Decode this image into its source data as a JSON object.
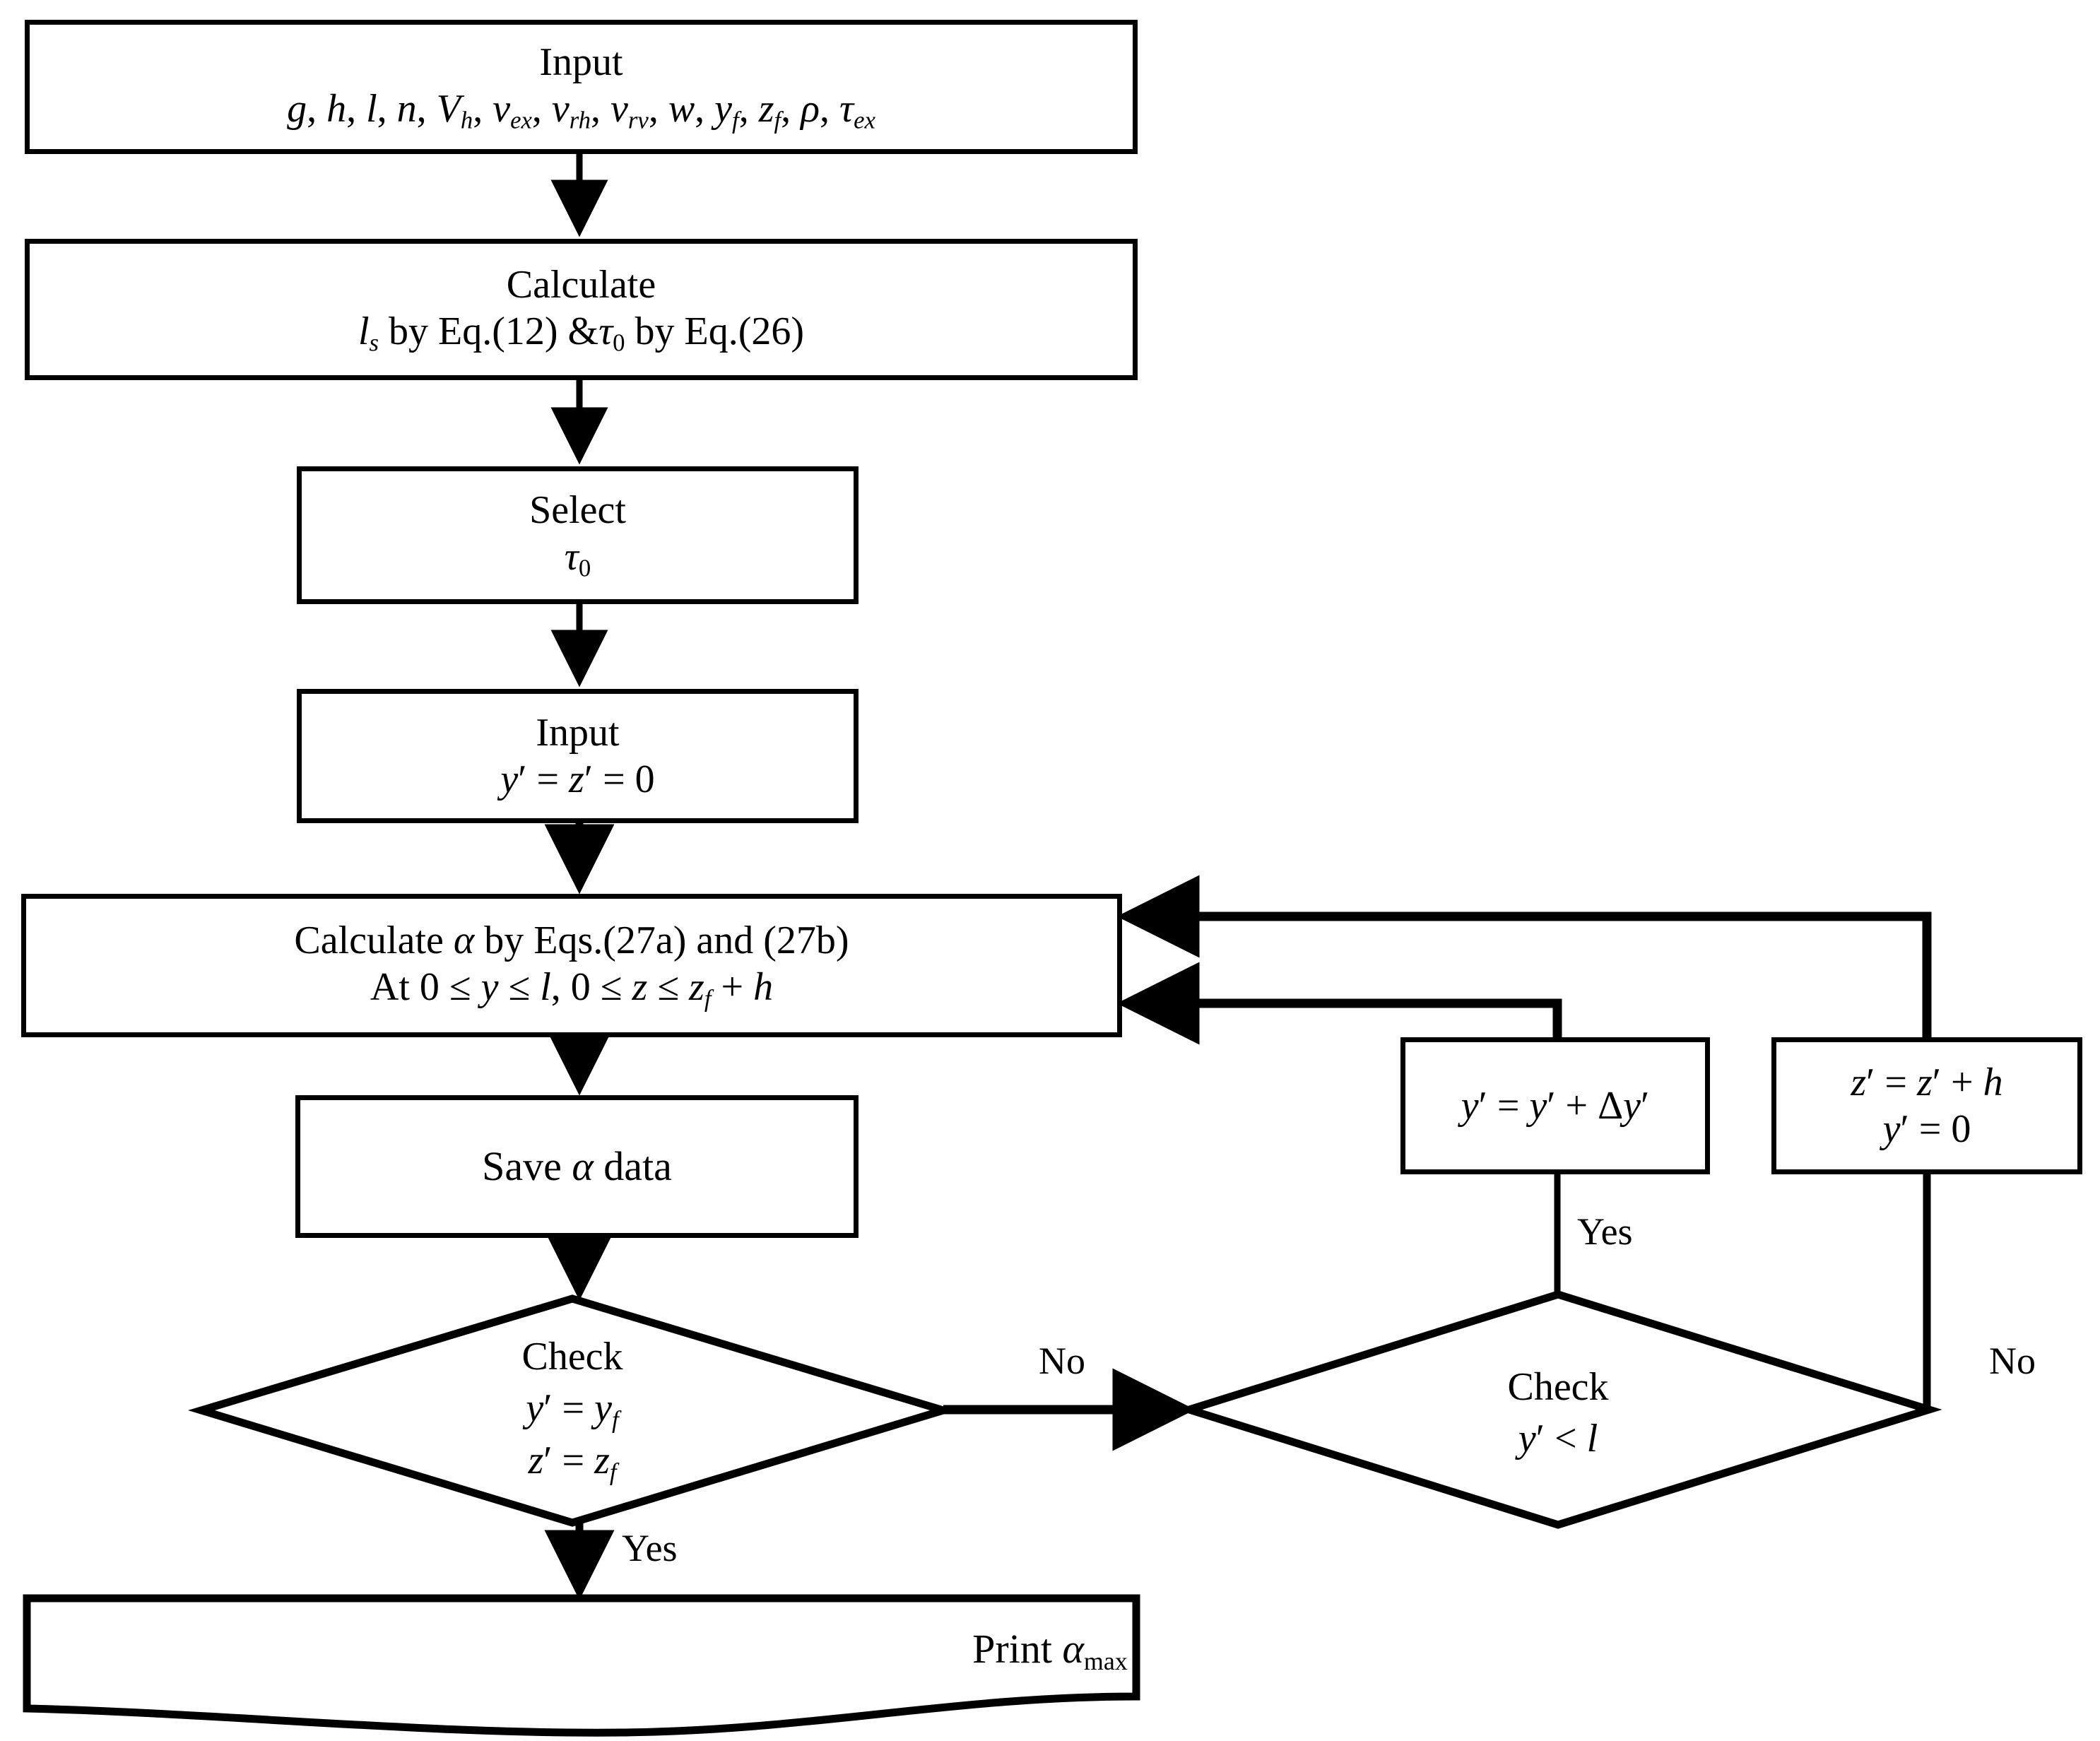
{
  "diagram": {
    "type": "flowchart",
    "title": "Computation flowchart for alpha maximum",
    "stroke_color": "#000000",
    "background_color": "#ffffff",
    "nodes": [
      {
        "id": "input-params",
        "shape": "process",
        "line1": "Input",
        "line2": "g, h, l, n, V_h, v_ex, v_rh, v_rv, w, y_f, z_f, ρ, τ_ex"
      },
      {
        "id": "calculate-ls-tau0",
        "shape": "process",
        "line1": "Calculate",
        "line2": "l_s by Eq.(12) & τ_0 by Eq.(26)"
      },
      {
        "id": "select-tau0",
        "shape": "process",
        "line1": "Select",
        "line2": "τ_0"
      },
      {
        "id": "input-yz-zero",
        "shape": "process",
        "line1": "Input",
        "line2": "y′ = z′ = 0"
      },
      {
        "id": "calculate-alpha",
        "shape": "process",
        "line1": "Calculate α by Eqs.(27a) and (27b)",
        "line2": "At 0 ≤ y ≤ l, 0 ≤ z ≤ z_f + h"
      },
      {
        "id": "save-alpha-data",
        "shape": "process",
        "line1": "Save α data"
      },
      {
        "id": "check-final",
        "shape": "decision",
        "line1": "Check",
        "line2": "y′ = y_f",
        "line3": "z′ = z_f"
      },
      {
        "id": "check-y-less-l",
        "shape": "decision",
        "line1": "Check",
        "line2": "y′ < l"
      },
      {
        "id": "increment-y",
        "shape": "process",
        "line1": "y′ = y′ + Δy′"
      },
      {
        "id": "increment-z",
        "shape": "process",
        "line1": "z′ = z′ + h",
        "line2": "y′ = 0"
      },
      {
        "id": "print-alpha-max",
        "shape": "document",
        "line1": "Print α_max"
      }
    ],
    "edge_labels": {
      "check_final_no": "No",
      "check_final_yes": "Yes",
      "check_y_yes": "Yes",
      "check_y_no": "No"
    }
  }
}
